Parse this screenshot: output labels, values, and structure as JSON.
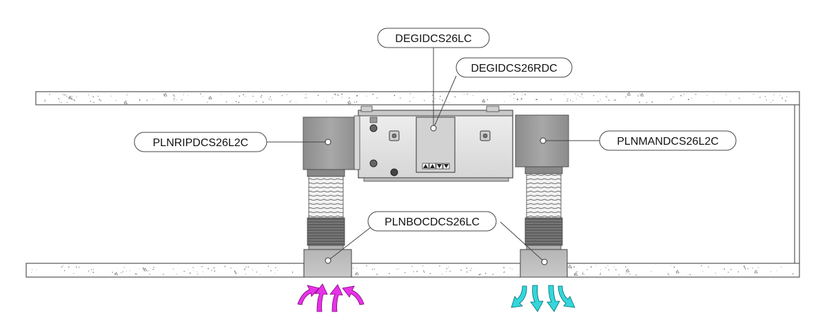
{
  "labels": {
    "degid_lc": "DEGIDCS26LC",
    "degid_rdc": "DEGIDCS26RDC",
    "plnrip": "PLNRIPDCS26L2C",
    "plnman": "PLNMANDCS26L2C",
    "plnboc": "PLNBOCDCS26LC"
  },
  "colors": {
    "supply_arrow": "#e832e8",
    "return_arrow": "#33d6dc",
    "slab_outline": "#555555",
    "plenum_fill": "#9a9a9a",
    "unit_fill": "#e4e4e4"
  }
}
